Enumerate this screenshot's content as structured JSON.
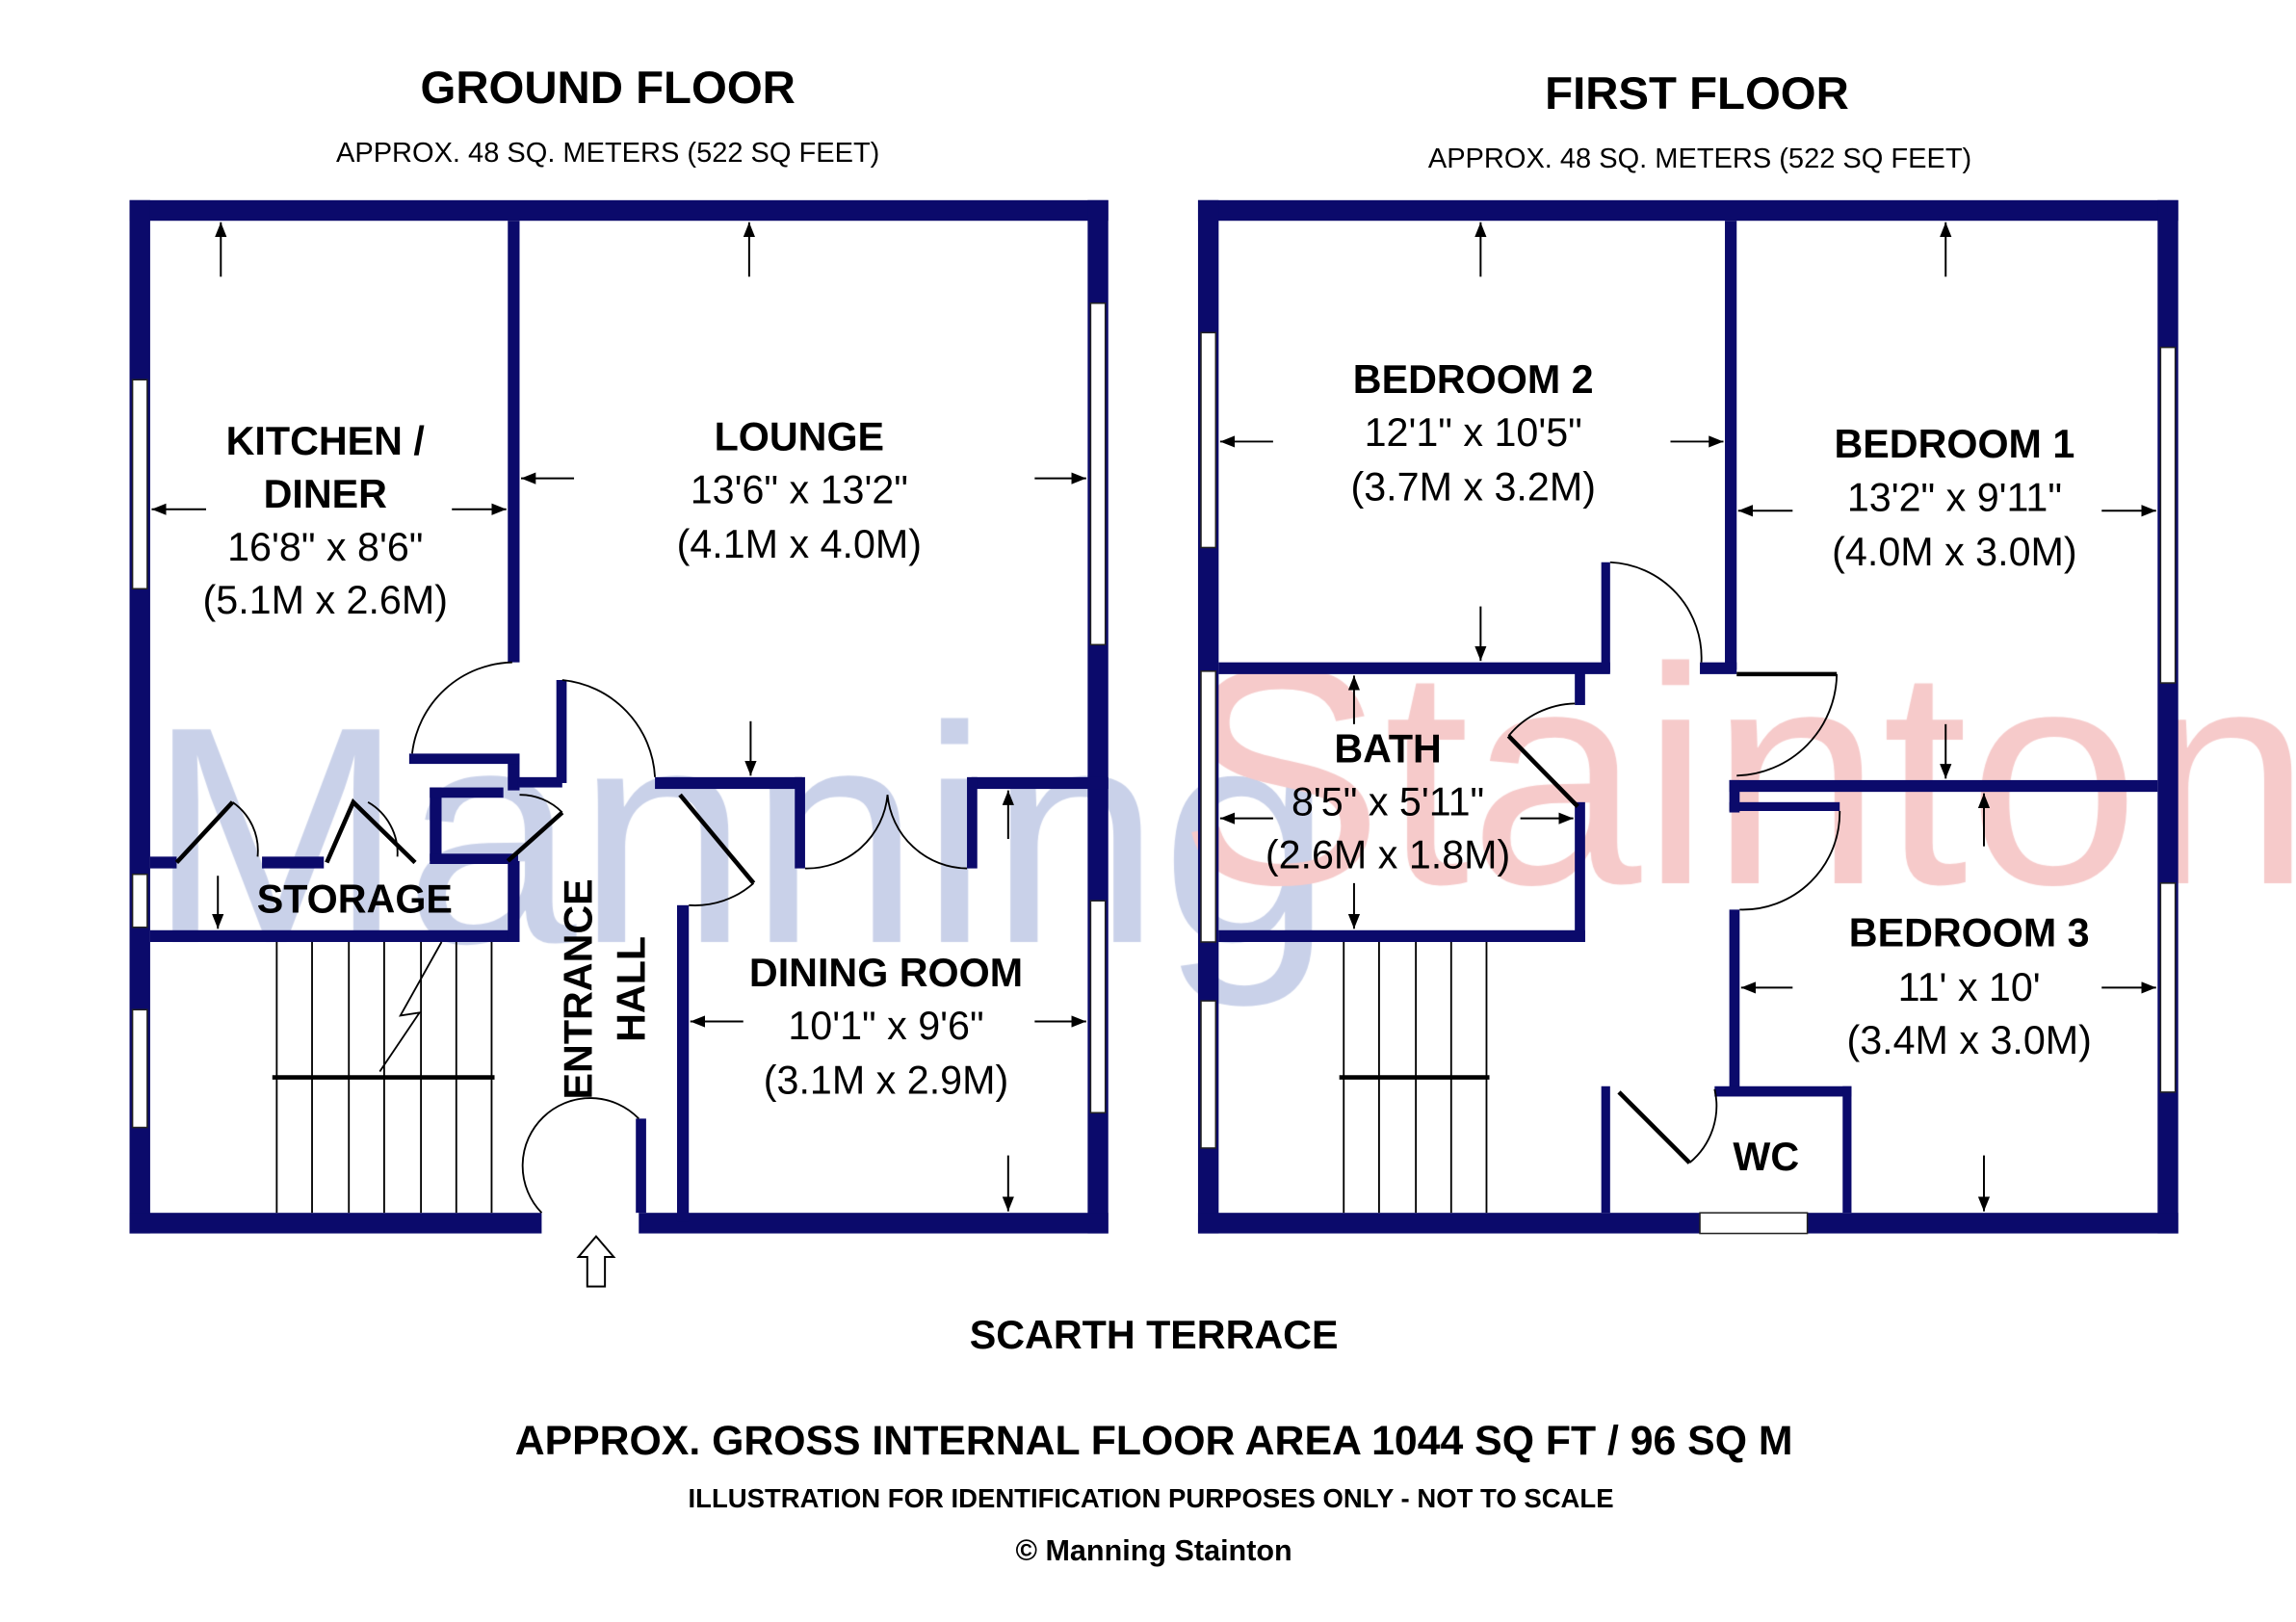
{
  "colors": {
    "wall": "#0b0a6b",
    "watermark_left": "#c9d1e9",
    "watermark_right": "#f6caca"
  },
  "watermark": {
    "left": "Manning",
    "right": "Stainton"
  },
  "ground_floor": {
    "title": "GROUND FLOOR",
    "area": "APPROX. 48 SQ. METERS (522 SQ FEET)",
    "rooms": [
      {
        "name_line1": "KITCHEN /",
        "name_line2": "DINER",
        "imperial": "16'8\" x 8'6\"",
        "metric": "(5.1M x 2.6M)"
      },
      {
        "name": "LOUNGE",
        "imperial": "13'6\" x 13'2\"",
        "metric": "(4.1M x 4.0M)"
      },
      {
        "name": "STORAGE"
      },
      {
        "name_line1": "ENTRANCE",
        "name_line2": "HALL"
      },
      {
        "name": "DINING ROOM",
        "imperial": "10'1\" x 9'6\"",
        "metric": "(3.1M x 2.9M)"
      }
    ]
  },
  "first_floor": {
    "title": "FIRST FLOOR",
    "area": "APPROX. 48 SQ. METERS (522 SQ FEET)",
    "rooms": [
      {
        "name": "BEDROOM 2",
        "imperial": "12'1\" x 10'5\"",
        "metric": "(3.7M x 3.2M)"
      },
      {
        "name": "BEDROOM 1",
        "imperial": "13'2\" x 9'11\"",
        "metric": "(4.0M x 3.0M)"
      },
      {
        "name": "BATH",
        "imperial": "8'5\" x 5'11\"",
        "metric": "(2.6M x 1.8M)"
      },
      {
        "name": "BEDROOM 3",
        "imperial": "11' x 10'",
        "metric": "(3.4M x 3.0M)"
      },
      {
        "name": "WC"
      }
    ]
  },
  "street": "SCARTH TERRACE",
  "footer": {
    "gross_area": "APPROX. GROSS INTERNAL FLOOR AREA 1044 SQ FT / 96 SQ M",
    "disclaimer": "ILLUSTRATION FOR IDENTIFICATION PURPOSES ONLY - NOT TO SCALE",
    "copyright": "© Manning Stainton"
  },
  "icons": {
    "entrance": "entrance-arrow-icon"
  }
}
